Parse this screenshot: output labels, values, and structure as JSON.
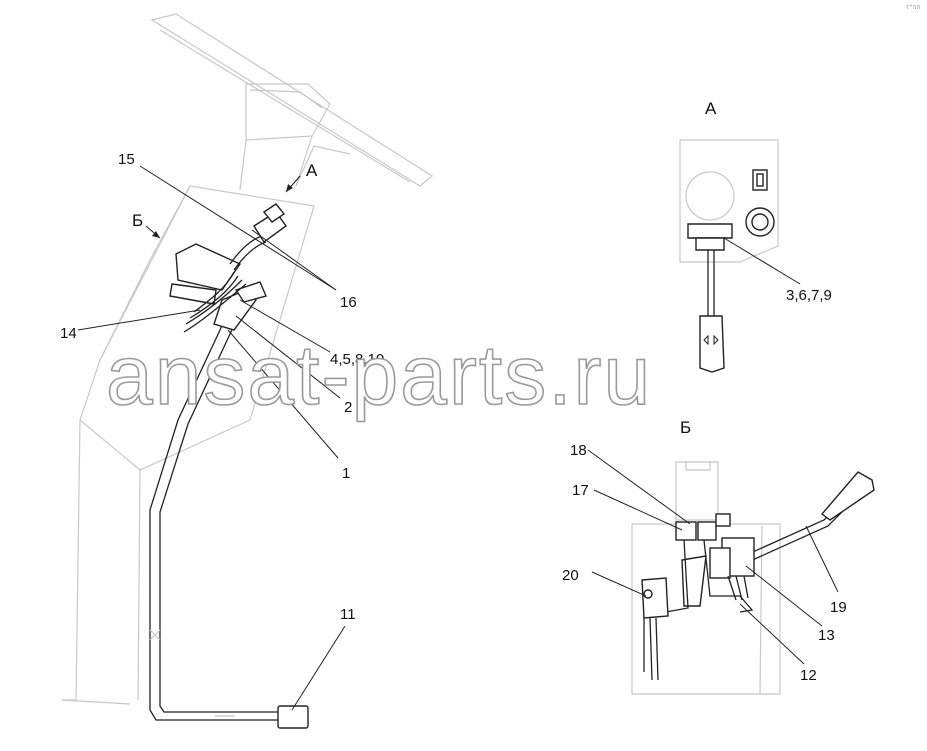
{
  "corner_mark": "т°пп",
  "watermark": "ansat-parts.ru",
  "views": {
    "view_a_label": "А",
    "view_b_label": "Б",
    "arrow_a_label": "А",
    "arrow_b_label": "Б"
  },
  "callouts": {
    "c15": "15",
    "c16": "16",
    "c14": "14",
    "c4_5_8_10": "4,5,8,10",
    "c2": "2",
    "c1": "1",
    "c11": "11",
    "c3_6_7_9": "3,6,7,9",
    "c18": "18",
    "c17": "17",
    "c20": "20",
    "c19": "19",
    "c13": "13",
    "c12": "12"
  }
}
